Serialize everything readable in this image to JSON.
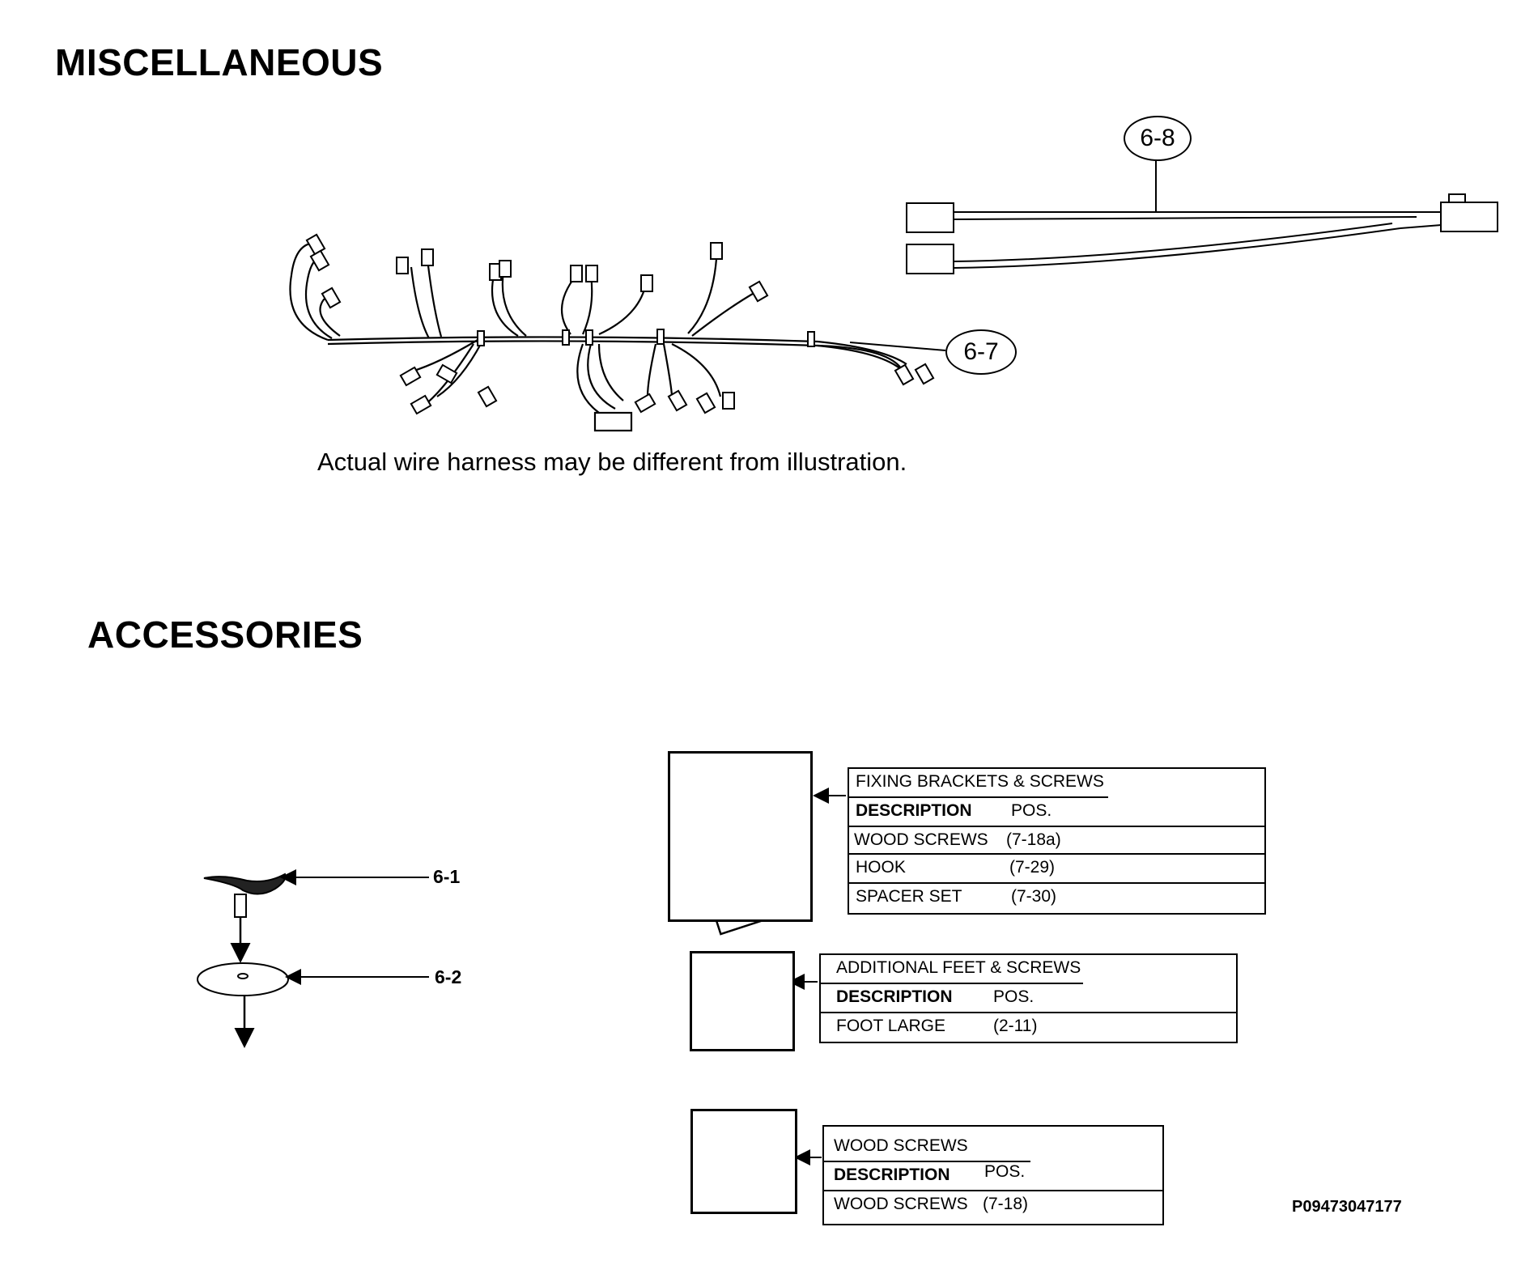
{
  "headings": {
    "misc": "MISCELLANEOUS",
    "accessories": "ACCESSORIES"
  },
  "note": "Actual wire harness may be different from illustration.",
  "callouts": {
    "c68": "6-8",
    "c67": "6-7",
    "c61": "6-1",
    "c62": "6-2"
  },
  "tables": {
    "fixing": {
      "title": "FIXING BRACKETS & SCREWS",
      "header": {
        "description": "DESCRIPTION",
        "pos": "POS."
      },
      "rows": [
        {
          "description": "WOOD SCREWS",
          "pos": "(7-18a)"
        },
        {
          "description": "HOOK",
          "pos": "(7-29)"
        },
        {
          "description": "SPACER SET",
          "pos": "(7-30)"
        }
      ]
    },
    "feet": {
      "title": "ADDITIONAL FEET & SCREWS",
      "header": {
        "description": "DESCRIPTION",
        "pos": "POS."
      },
      "rows": [
        {
          "description": "FOOT LARGE",
          "pos": "(2-11)"
        }
      ]
    },
    "screws": {
      "title": "WOOD SCREWS",
      "header": {
        "description": "DESCRIPTION",
        "pos": "POS."
      },
      "rows": [
        {
          "description": "WOOD SCREWS",
          "pos": "(7-18)"
        }
      ]
    }
  },
  "part_number": "P09473047177"
}
